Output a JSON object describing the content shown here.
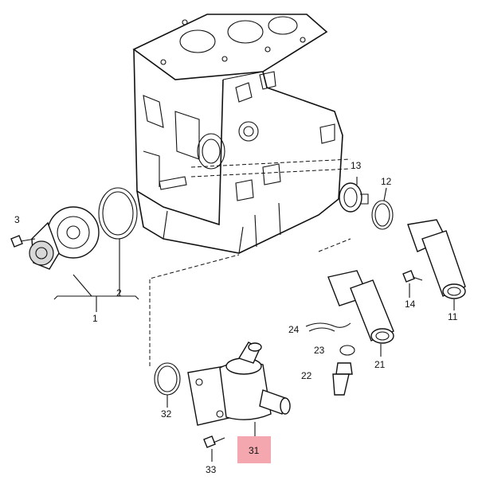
{
  "diagram": {
    "callouts": [
      {
        "id": "c1",
        "text": "1"
      },
      {
        "id": "c2",
        "text": "2"
      },
      {
        "id": "c3",
        "text": "3"
      },
      {
        "id": "c11",
        "text": "11"
      },
      {
        "id": "c12",
        "text": "12"
      },
      {
        "id": "c13",
        "text": "13"
      },
      {
        "id": "c14",
        "text": "14"
      },
      {
        "id": "c21",
        "text": "21"
      },
      {
        "id": "c22",
        "text": "22"
      },
      {
        "id": "c23",
        "text": "23"
      },
      {
        "id": "c24",
        "text": "24"
      },
      {
        "id": "c31",
        "text": "31",
        "highlighted": true
      },
      {
        "id": "c32",
        "text": "32"
      },
      {
        "id": "c33",
        "text": "33"
      }
    ],
    "highlight_color": "#f4a7ae"
  }
}
